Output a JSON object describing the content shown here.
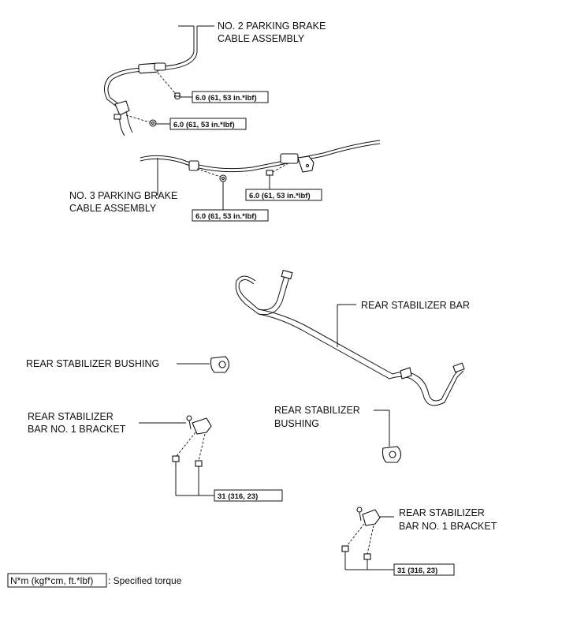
{
  "labels": {
    "no2_cable_line1": "NO. 2 PARKING BRAKE",
    "no2_cable_line2": "CABLE ASSEMBLY",
    "no3_cable_line1": "NO. 3 PARKING BRAKE",
    "no3_cable_line2": "CABLE ASSEMBLY",
    "stabilizer_bar": "REAR STABILIZER BAR",
    "bushing_left": "REAR STABILIZER BUSHING",
    "bushing_right_line1": "REAR STABILIZER",
    "bushing_right_line2": "BUSHING",
    "bracket_left_line1": "REAR STABILIZER",
    "bracket_left_line2": "BAR NO. 1 BRACKET",
    "bracket_right_line1": "REAR STABILIZER",
    "bracket_right_line2": "BAR NO. 1 BRACKET"
  },
  "torques": {
    "t1": "6.0 (61, 53 in.*lbf)",
    "t2": "6.0 (61, 53 in.*lbf)",
    "t3": "6.0 (61, 53 in.*lbf)",
    "t4": "6.0 (61, 53 in.*lbf)",
    "t5": "31 (316, 23)",
    "t6": "31 (316, 23)"
  },
  "legend": {
    "unit": "N*m (kgf*cm, ft.*lbf)",
    "description": ": Specified torque"
  }
}
